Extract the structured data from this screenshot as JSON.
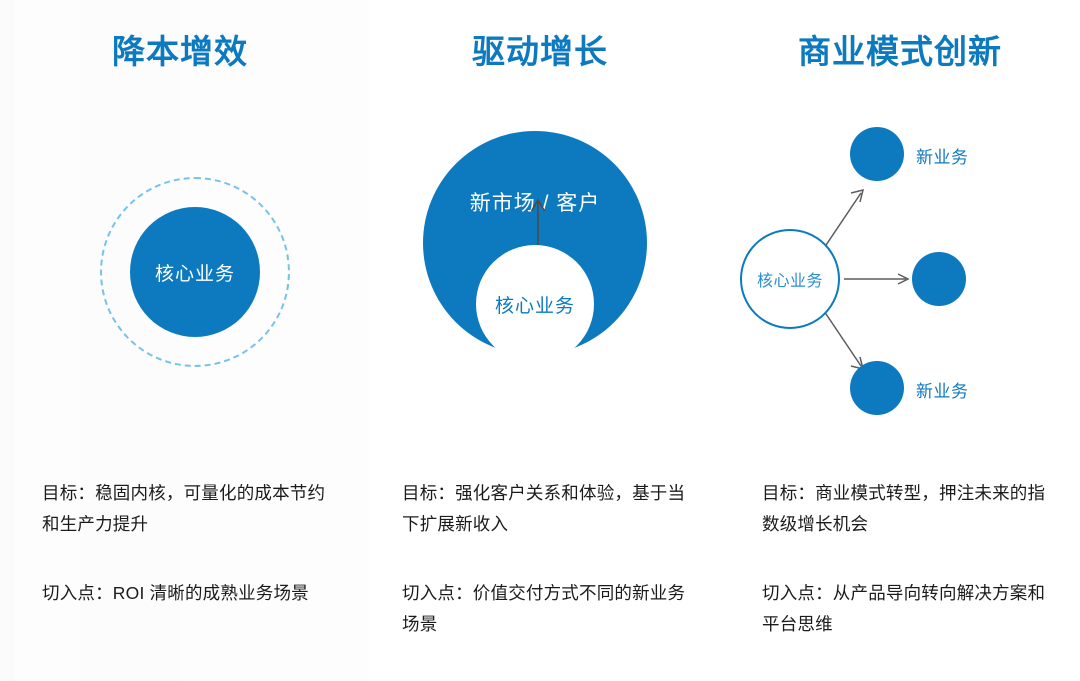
{
  "theme": {
    "accent": "#0D7AC0",
    "accent_light": "#78c2e8",
    "text": "#1b1b1b",
    "background": "#ffffff"
  },
  "columns": [
    {
      "title": "降本增效",
      "diagram": {
        "type": "core-with-dashed-ring",
        "core_label": "核心业务"
      },
      "goal": "目标：稳固内核，可量化的成本节约和生产力提升",
      "entry": "切入点：ROI 清晰的成熟业务场景"
    },
    {
      "title": "驱动增长",
      "diagram": {
        "type": "core-inside-new-market",
        "outer_label": "新市场 / 客户",
        "core_label": "核心业务",
        "arrow": "up-arrow-icon"
      },
      "goal": "目标：强化客户关系和体验，基于当下扩展新收入",
      "entry": "切入点：价值交付方式不同的新业务场景"
    },
    {
      "title": "商业模式创新",
      "diagram": {
        "type": "core-spawning-new-businesses",
        "core_label": "核心业务",
        "nodes": [
          {
            "label": "新业务"
          },
          {
            "label": ""
          },
          {
            "label": "新业务"
          }
        ]
      },
      "goal": "目标：商业模式转型，押注未来的指数级增长机会",
      "entry": "切入点：从产品导向转向解决方案和平台思维"
    }
  ]
}
